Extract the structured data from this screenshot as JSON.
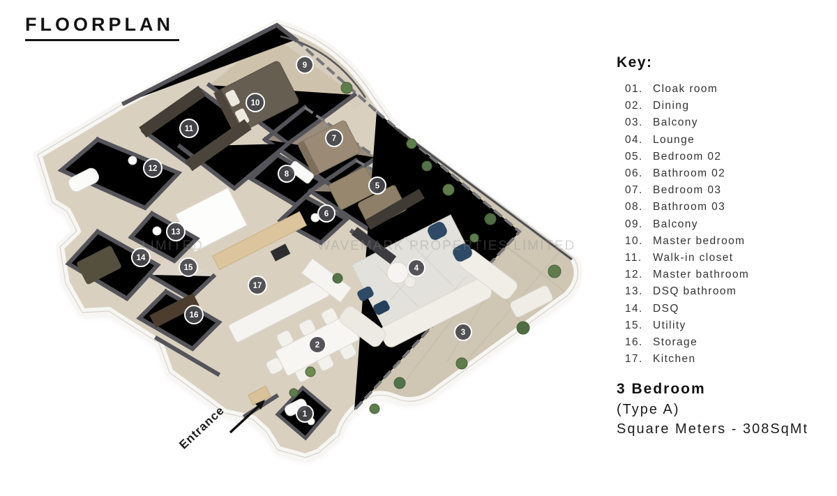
{
  "title": "FLOORPLAN",
  "key": {
    "heading": "Key:",
    "items": [
      {
        "num": "01.",
        "label": "Cloak room"
      },
      {
        "num": "02.",
        "label": "Dining"
      },
      {
        "num": "03.",
        "label": "Balcony"
      },
      {
        "num": "04.",
        "label": "Lounge"
      },
      {
        "num": "05.",
        "label": "Bedroom 02"
      },
      {
        "num": "06.",
        "label": "Bathroom 02"
      },
      {
        "num": "07.",
        "label": "Bedroom 03"
      },
      {
        "num": "08.",
        "label": "Bathroom 03"
      },
      {
        "num": "09.",
        "label": "Balcony"
      },
      {
        "num": "10.",
        "label": "Master bedroom"
      },
      {
        "num": "11.",
        "label": "Walk-in closet"
      },
      {
        "num": "12.",
        "label": "Master bathroom"
      },
      {
        "num": "13.",
        "label": "DSQ bathroom"
      },
      {
        "num": "14.",
        "label": "DSQ"
      },
      {
        "num": "15.",
        "label": "Utility"
      },
      {
        "num": "16.",
        "label": "Storage"
      },
      {
        "num": "17.",
        "label": "Kitchen"
      }
    ]
  },
  "summary": {
    "line1": "3 Bedroom",
    "line2": "(Type A)",
    "line3": "Square Meters - 308SqMt"
  },
  "floorplan": {
    "entrance_label": "Entrance",
    "watermark": "WAVEMARK PROPERTIES LIMITED",
    "watermark_left": "LIMITED",
    "markers": [
      {
        "n": "1"
      },
      {
        "n": "2"
      },
      {
        "n": "3"
      },
      {
        "n": "4"
      },
      {
        "n": "5"
      },
      {
        "n": "6"
      },
      {
        "n": "7"
      },
      {
        "n": "8"
      },
      {
        "n": "9"
      },
      {
        "n": "10"
      },
      {
        "n": "11"
      },
      {
        "n": "12"
      },
      {
        "n": "13"
      },
      {
        "n": "14"
      },
      {
        "n": "15"
      },
      {
        "n": "16"
      },
      {
        "n": "17"
      }
    ]
  },
  "colors": {
    "wall": "#54545a",
    "outer_wall": "#f7f6f3",
    "floor_main": "#d9d0c0",
    "floor_terrace": "#cfc6b4",
    "floor_bathroom": "#a9b3bf",
    "carpet_bedroom": "#998c7d",
    "marker": "#48484c",
    "navy_furniture": "#2e4a66",
    "plant_green": "#5f7d4c",
    "watermark_gray": "#8d8d8d"
  }
}
